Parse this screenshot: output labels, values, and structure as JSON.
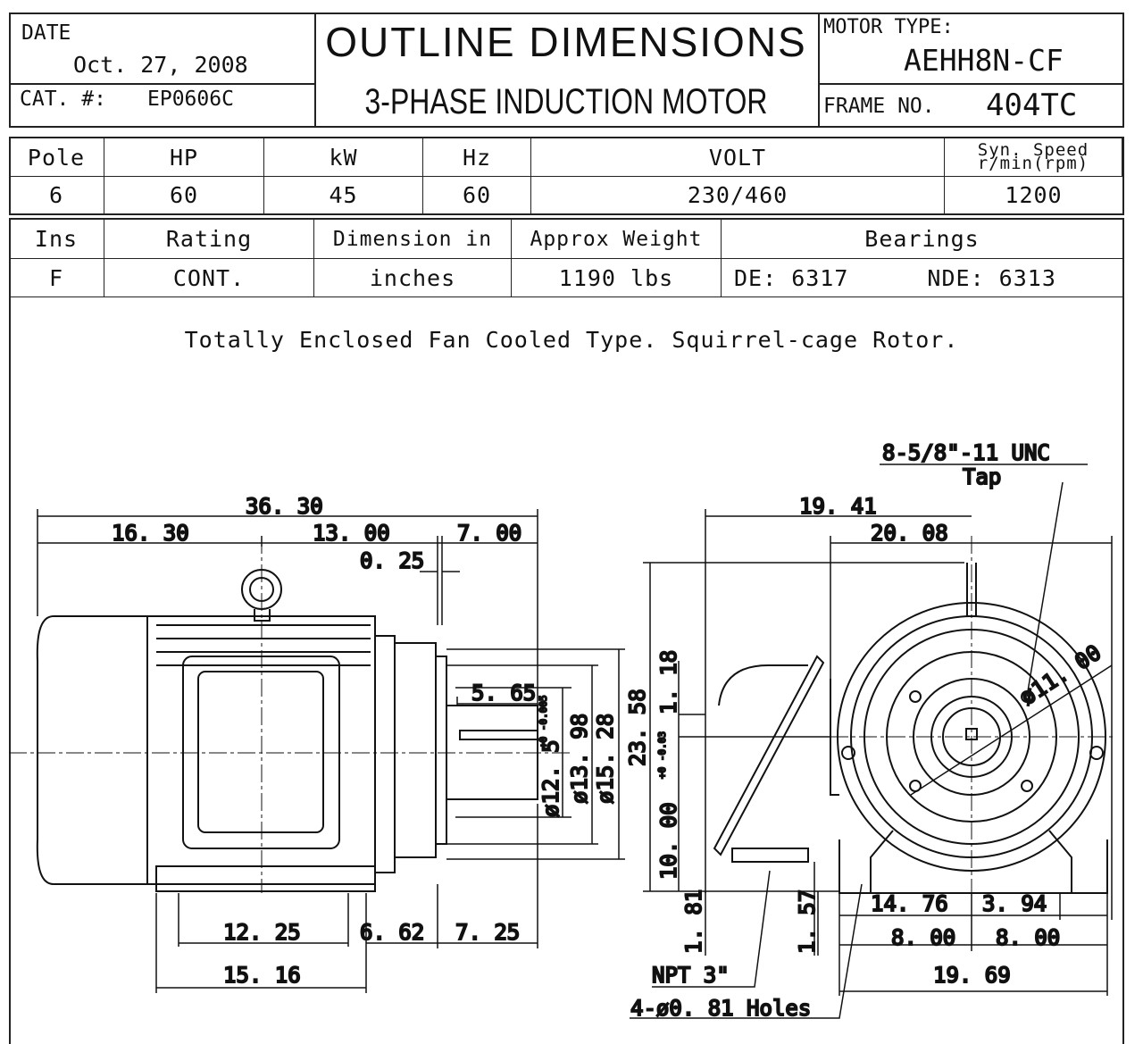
{
  "header": {
    "date_label": "DATE",
    "date_value": "Oct. 27, 2008",
    "cat_label": "CAT. #:",
    "cat_value": "EP0606C",
    "title": "OUTLINE DIMENSIONS",
    "subtitle": "3-PHASE INDUCTION MOTOR",
    "motor_type_label": "MOTOR TYPE:",
    "motor_type_value": "AEHH8N-CF",
    "frame_label": "FRAME NO.",
    "frame_value": "404TC"
  },
  "specs1": {
    "headers": [
      "Pole",
      "HP",
      "kW",
      "Hz",
      "VOLT",
      "Syn. Speed r/min(rpm)"
    ],
    "values": [
      "6",
      "60",
      "45",
      "60",
      "230/460",
      "1200"
    ]
  },
  "specs2": {
    "headers": [
      "Ins",
      "Rating",
      "Dimension in",
      "Approx Weight",
      "Bearings"
    ],
    "values": [
      "F",
      "CONT.",
      "inches",
      "1190 lbs",
      "DE: 6317",
      "NDE: 6313"
    ]
  },
  "description": "Totally Enclosed Fan Cooled Type.  Squirrel-cage Rotor.",
  "dimensions": {
    "overall_length": "36. 30",
    "d_16_30": "16. 30",
    "d_13_00": "13. 00",
    "d_7_00": "7. 00",
    "d_0_25": "0. 25",
    "d_5_65": "5. 65",
    "shaft_dia": "ø12. 5",
    "shaft_tol": "+0 -0.005",
    "d_13_98": "ø13. 98",
    "d_15_28": "ø15. 28",
    "d_12_25": "12. 25",
    "d_6_62": "6. 62",
    "d_7_25": "7. 25",
    "d_15_16": "15. 16",
    "d_19_41": "19. 41",
    "d_20_08": "20. 08",
    "tap": "8-5/8\"-11 UNC",
    "tap2": "Tap",
    "d_23_58": "23. 58",
    "d_1_18": "1. 18",
    "shaft_height": "10. 00",
    "shaft_height_tol": "+0 -0.03",
    "d_1_81": "1. 81",
    "d_1_57": "1. 57",
    "d_11_00": "ø11. 00",
    "d_14_76": "14. 76",
    "d_3_94": "3. 94",
    "d_8_00_a": "8. 00",
    "d_8_00_b": "8. 00",
    "d_19_69": "19. 69",
    "npt": "NPT 3\"",
    "holes": "4-ø0. 81 Holes"
  }
}
